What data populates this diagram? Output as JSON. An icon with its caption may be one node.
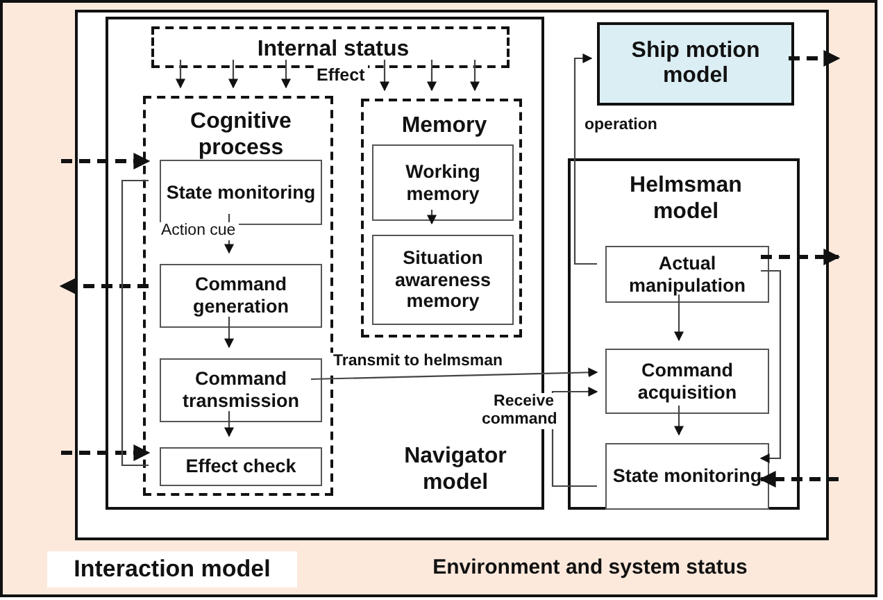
{
  "diagram": {
    "nodes": [
      {
        "text": [
          "Environment and system status"
        ]
      },
      {
        "text": [
          "Interaction model"
        ],
        "in": 0
      },
      {
        "text": [
          "Navigator model"
        ],
        "in": 1
      },
      {
        "text": [
          "Internal status"
        ],
        "in": 2
      },
      {
        "text": [
          "Cognitive process"
        ],
        "in": 2
      },
      {
        "text": [
          "State monitoring"
        ],
        "in": 4
      },
      {
        "text": [
          "Command generation"
        ],
        "in": 4
      },
      {
        "text": [
          "Command transmission"
        ],
        "in": 4
      },
      {
        "text": [
          "Effect check"
        ],
        "in": 4
      },
      {
        "text": [
          "Memory"
        ],
        "in": 2
      },
      {
        "text": [
          "Working memory"
        ],
        "in": 9
      },
      {
        "text": [
          "Situation awareness memory"
        ],
        "in": 9
      },
      {
        "text": [
          "Ship motion model"
        ],
        "in": 1
      },
      {
        "text": [
          "Helmsman model"
        ],
        "in": 1
      },
      {
        "text": [
          "Actual manipulation"
        ],
        "in": 13
      },
      {
        "text": [
          "Command acquisition"
        ],
        "in": 13
      },
      {
        "text": [
          "State monitoring"
        ],
        "in": 13
      }
    ],
    "edges": [
      {
        "from": 3,
        "to": 4,
        "arrow": "to"
      },
      {
        "from": 3,
        "to": 4,
        "arrow": "to"
      },
      {
        "from": 3,
        "to": 4,
        "arrow": "to"
      },
      {
        "from": 3,
        "to": 9,
        "arrow": "to"
      },
      {
        "from": 3,
        "to": 9,
        "arrow": "to"
      },
      {
        "from": 3,
        "to": 9,
        "arrow": "to"
      },
      {
        "from": 0,
        "to": 5,
        "arrow": "to",
        "style": "dashed"
      },
      {
        "from": 6,
        "to": 0,
        "arrow": "to",
        "style": "dashed"
      },
      {
        "from": 0,
        "to": 8,
        "arrow": "to",
        "style": "dashed"
      },
      {
        "from": 5,
        "to": 6,
        "arrow": "to",
        "label": "Action cue"
      },
      {
        "from": 6,
        "to": 7,
        "arrow": "to"
      },
      {
        "from": 7,
        "to": 8,
        "arrow": "to"
      },
      {
        "from": 5,
        "to": 8,
        "arrow": "none"
      },
      {
        "from": 10,
        "to": 11,
        "arrow": "to"
      },
      {
        "from": 7,
        "to": 15,
        "arrow": "to",
        "label": "Transmit to helmsman"
      },
      {
        "from": 16,
        "to": 15,
        "arrow": "to",
        "label": "Receive command"
      },
      {
        "from": 14,
        "to": 12,
        "arrow": "to",
        "label": "operation"
      },
      {
        "from": 14,
        "to": 15,
        "arrow": "to"
      },
      {
        "from": 15,
        "to": 16,
        "arrow": "to"
      },
      {
        "from": 14,
        "to": 16,
        "arrow": "to"
      },
      {
        "from": 12,
        "to": 0,
        "arrow": "to",
        "style": "dashed"
      },
      {
        "from": 14,
        "to": 0,
        "arrow": "to",
        "style": "dashed"
      },
      {
        "from": 0,
        "to": 16,
        "arrow": "to",
        "style": "dashed"
      }
    ],
    "labels": [
      "Effect"
    ]
  }
}
